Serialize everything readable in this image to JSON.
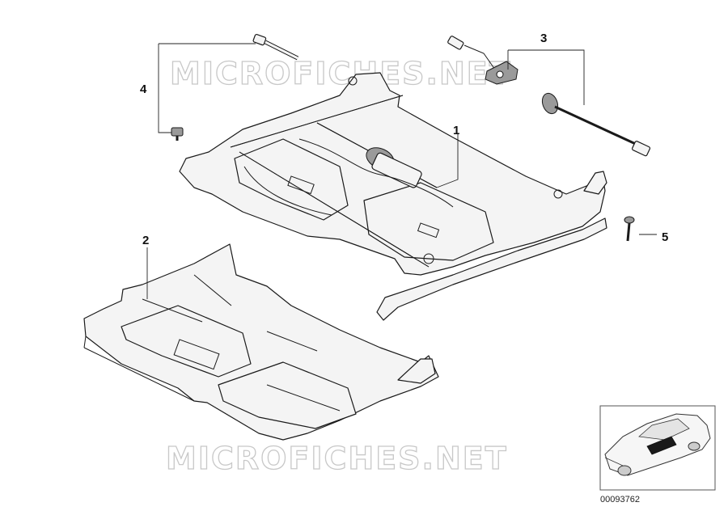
{
  "diagram": {
    "callouts": [
      {
        "id": "1",
        "label": "1"
      },
      {
        "id": "2",
        "label": "2"
      },
      {
        "id": "3",
        "label": "3"
      },
      {
        "id": "4",
        "label": "4"
      },
      {
        "id": "5",
        "label": "5"
      }
    ],
    "watermark": "MICROFICHES.NET",
    "reference_number": "00093762"
  }
}
